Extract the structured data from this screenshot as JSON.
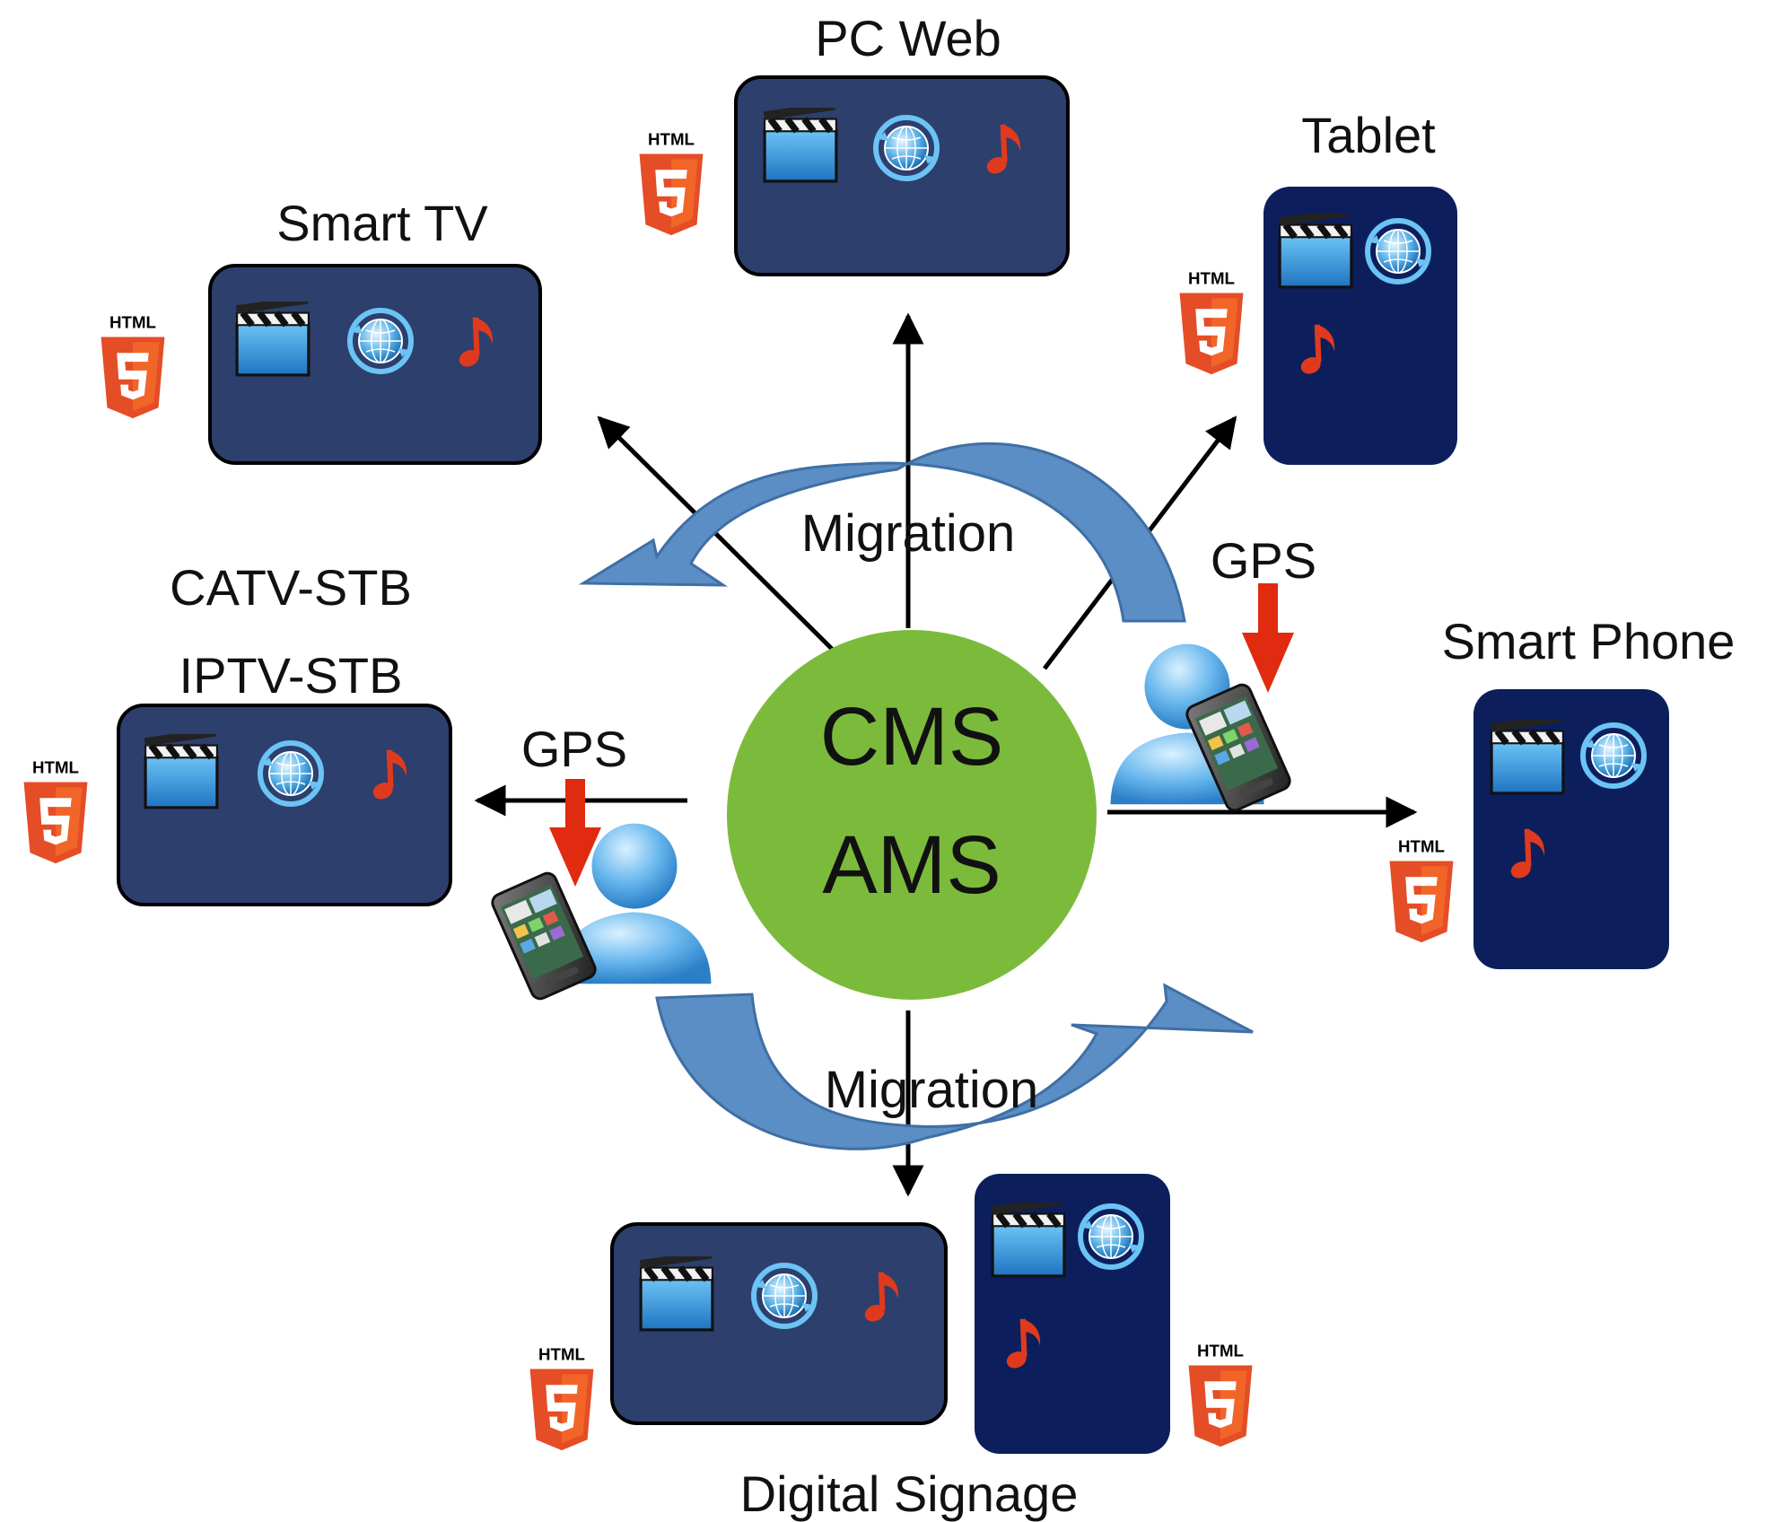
{
  "center": {
    "line1": "CMS",
    "line2": "AMS"
  },
  "devices": {
    "pc_web": "PC Web",
    "tablet": "Tablet",
    "smart_tv": "Smart TV",
    "catv_stb": "CATV-STB",
    "iptv_stb": "IPTV-STB",
    "smart_phone": "Smart Phone",
    "digital_signage": "Digital Signage"
  },
  "labels": {
    "migration_top": "Migration",
    "migration_bottom": "Migration",
    "gps_right": "GPS",
    "gps_left": "GPS",
    "html_badge": "HTML",
    "html_number": "5"
  },
  "colors": {
    "center_circle": "#7cba3c",
    "landscape_screen": "#2d3f6c",
    "portrait_screen": "#0c1f5c",
    "migration_arrow": "#5b8ec5",
    "gps_arrow": "#e02b10",
    "html5_orange": "#e44d26",
    "html5_light": "#f16529",
    "note_icon": "#e03a1e",
    "user_icon": "#6ab8ee"
  }
}
